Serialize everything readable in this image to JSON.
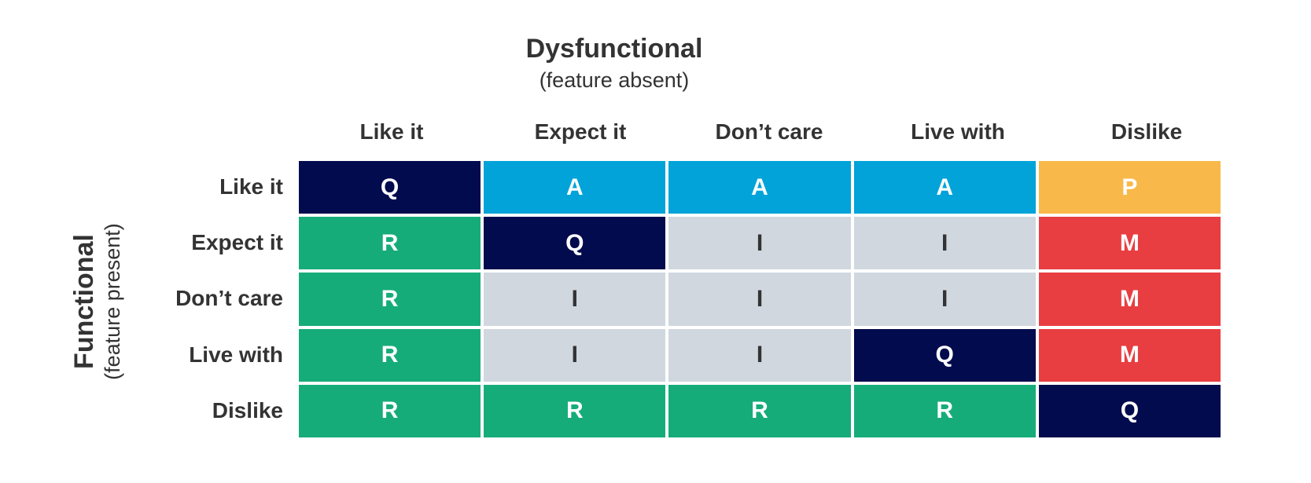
{
  "title": "Dysfunctional",
  "subtitle": "(feature absent)",
  "side_title": "Functional",
  "side_subtitle": "(feature present)",
  "columns": [
    "Like it",
    "Expect it",
    "Don’t care",
    "Live with",
    "Dislike"
  ],
  "rows": [
    "Like it",
    "Expect it",
    "Don’t care",
    "Live with",
    "Dislike"
  ],
  "cells": [
    [
      "Q",
      "A",
      "A",
      "A",
      "P"
    ],
    [
      "R",
      "Q",
      "I",
      "I",
      "M"
    ],
    [
      "R",
      "I",
      "I",
      "I",
      "M"
    ],
    [
      "R",
      "I",
      "I",
      "Q",
      "M"
    ],
    [
      "R",
      "R",
      "R",
      "R",
      "Q"
    ]
  ],
  "colors": {
    "Q": {
      "bg": "#010b4d",
      "fg": "#ffffff"
    },
    "A": {
      "bg": "#01a3d8",
      "fg": "#ffffff"
    },
    "P": {
      "bg": "#f8b94a",
      "fg": "#ffffff"
    },
    "R": {
      "bg": "#16ac79",
      "fg": "#ffffff"
    },
    "I": {
      "bg": "#d0d7df",
      "fg": "#333333"
    },
    "M": {
      "bg": "#e83e41",
      "fg": "#ffffff"
    }
  }
}
